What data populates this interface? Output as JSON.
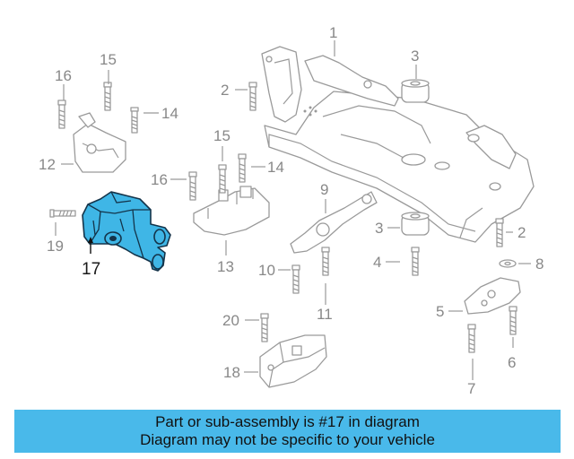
{
  "diagram": {
    "highlight_color": "#3fb6e6",
    "highlighted_part": "17",
    "callouts": [
      {
        "id": "c1",
        "label": "1"
      },
      {
        "id": "c2a",
        "label": "2"
      },
      {
        "id": "c2b",
        "label": "2"
      },
      {
        "id": "c3a",
        "label": "3"
      },
      {
        "id": "c3b",
        "label": "3"
      },
      {
        "id": "c4",
        "label": "4"
      },
      {
        "id": "c5",
        "label": "5"
      },
      {
        "id": "c6",
        "label": "6"
      },
      {
        "id": "c7",
        "label": "7"
      },
      {
        "id": "c8",
        "label": "8"
      },
      {
        "id": "c9",
        "label": "9"
      },
      {
        "id": "c10",
        "label": "10"
      },
      {
        "id": "c11",
        "label": "11"
      },
      {
        "id": "c12",
        "label": "12"
      },
      {
        "id": "c13",
        "label": "13"
      },
      {
        "id": "c14a",
        "label": "14"
      },
      {
        "id": "c14b",
        "label": "14"
      },
      {
        "id": "c15a",
        "label": "15"
      },
      {
        "id": "c15b",
        "label": "15"
      },
      {
        "id": "c16a",
        "label": "16"
      },
      {
        "id": "c16b",
        "label": "16"
      },
      {
        "id": "c17",
        "label": "17"
      },
      {
        "id": "c18",
        "label": "18"
      },
      {
        "id": "c19",
        "label": "19"
      },
      {
        "id": "c20",
        "label": "20"
      }
    ]
  },
  "banner": {
    "line1": "Part or sub-assembly is #17 in diagram",
    "line2": "Diagram may not be specific to your vehicle",
    "background": "#49b9ea"
  }
}
